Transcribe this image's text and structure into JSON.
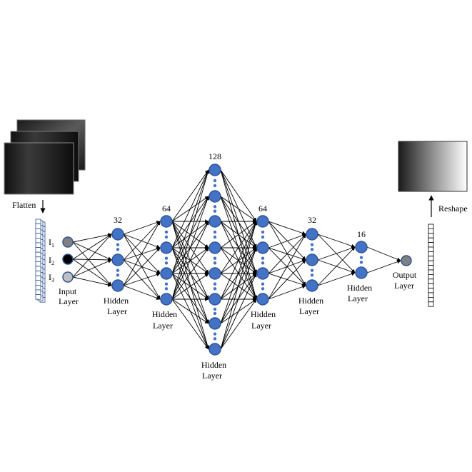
{
  "labels": {
    "flatten": "Flatten",
    "reshape": "Reshape",
    "input_layer": [
      "Input",
      "Layer"
    ],
    "hidden_layer": [
      "Hidden",
      "Layer"
    ],
    "output_layer": [
      "Output",
      "Layer"
    ],
    "inputs": [
      "I",
      "I",
      "I"
    ],
    "input_subscripts": [
      "1",
      "2",
      "3"
    ]
  },
  "layers": [
    {
      "id": "input",
      "count": null,
      "nodes": 3
    },
    {
      "id": "hidden-1",
      "count": "32",
      "nodes": 3
    },
    {
      "id": "hidden-2",
      "count": "64",
      "nodes": 4
    },
    {
      "id": "hidden-3",
      "count": "128",
      "nodes": 8
    },
    {
      "id": "hidden-4",
      "count": "64",
      "nodes": 4
    },
    {
      "id": "hidden-5",
      "count": "32",
      "nodes": 3
    },
    {
      "id": "hidden-6",
      "count": "16",
      "nodes": 2
    },
    {
      "id": "output",
      "count": null,
      "nodes": 1
    }
  ],
  "colors": {
    "node_fill": "#4472c4",
    "node_stroke": "#2f5597",
    "input_1": "#808080",
    "input_2": "#000000",
    "input_3": "#c0c0c0",
    "output_node": "#808080",
    "vector_cell_stroke": "#2f4f8f"
  }
}
